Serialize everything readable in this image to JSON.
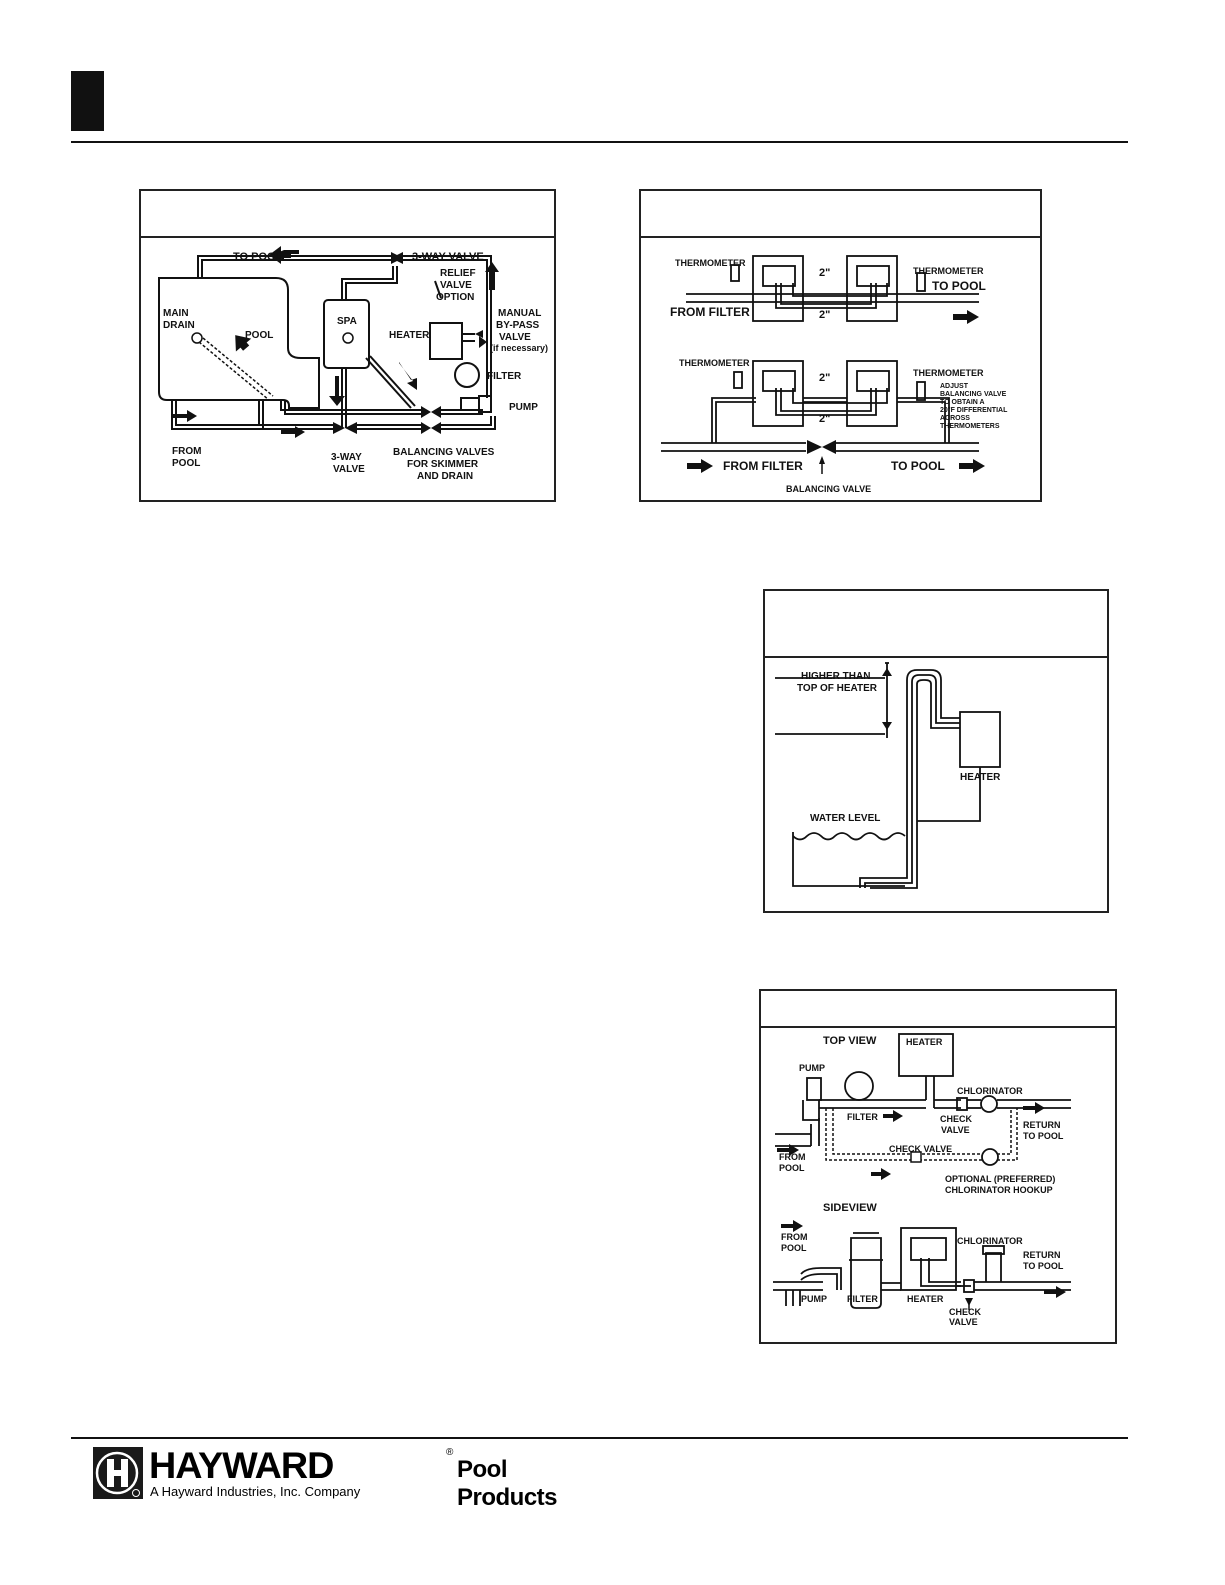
{
  "figure1": {
    "title": "",
    "labels": {
      "to_pool": "TO POOL",
      "three_way_valve_top": "3-WAY VALVE",
      "relief": "RELIEF",
      "valve": "VALVE",
      "option": "OPTION",
      "main": "MAIN",
      "drain": "DRAIN",
      "pool": "POOL",
      "spa": "SPA",
      "heater": "HEATER",
      "manual": "MANUAL",
      "by_pass": "BY-PASS",
      "valve2": "VALVE",
      "if_necessary": "(if necessary)",
      "filter": "FILTER",
      "pump": "PUMP",
      "from": "FROM",
      "pool2": "POOL",
      "three_way": "3-WAY",
      "valve3": "VALVE",
      "balancing_valves": "BALANCING VALVES",
      "for_skimmer": "FOR SKIMMER",
      "and_drain": "AND DRAIN"
    }
  },
  "figure2": {
    "title": "",
    "labels": {
      "thermometer": "THERMOMETER",
      "two_inch": "2\"",
      "to_pool": "TO POOL",
      "from_filter": "FROM FILTER",
      "adjust1": "ADJUST",
      "adjust2": "BALANCING VALVE",
      "adjust3": "TO OBTAIN A",
      "adjust4": "20°F DIFFERENTIAL",
      "adjust5": "ACROSS",
      "adjust6": "THERMOMETERS",
      "balancing_valve": "BALANCING VALVE"
    }
  },
  "figure3": {
    "title": "",
    "labels": {
      "higher_than": "HIGHER THAN",
      "top_of_heater": "TOP OF HEATER",
      "heater": "HEATER",
      "water_level": "WATER LEVEL"
    }
  },
  "figure4": {
    "title": "",
    "labels": {
      "top_view": "TOP VIEW",
      "heater": "HEATER",
      "pump": "PUMP",
      "chlorinator": "CHLORINATOR",
      "filter": "FILTER",
      "check": "CHECK",
      "valve": "VALVE",
      "return": "RETURN",
      "to_pool": "TO POOL",
      "from": "FROM",
      "pool": "POOL",
      "check_valve": "CHECK VALVE",
      "optional": "OPTIONAL (PREFERRED)",
      "chlorinator_hookup": "CHLORINATOR HOOKUP",
      "sideview": "SIDEVIEW",
      "valve_cut": "VALVE"
    }
  },
  "footer": {
    "brand": "HAYWARD",
    "registered": "®",
    "product": "Pool Products",
    "company": "A Hayward Industries, Inc. Company"
  }
}
